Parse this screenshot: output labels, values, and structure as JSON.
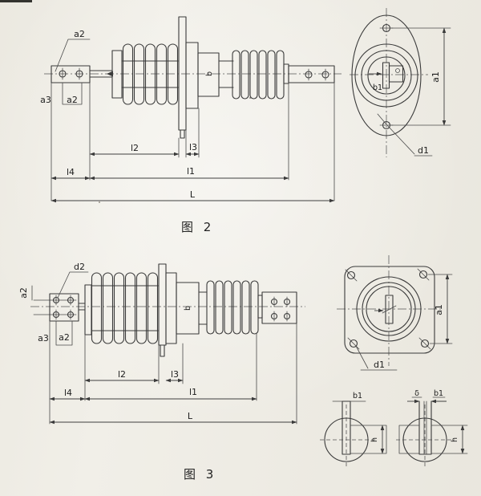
{
  "figure2": {
    "caption": "图 2",
    "labels": {
      "hole_callout": "a2",
      "a3": "a3",
      "a2": "a2",
      "b": "b",
      "l2": "l2",
      "l3": "l3",
      "l4": "l4",
      "l1": "l1",
      "L": "L",
      "b1": "b1",
      "a1": "a1",
      "d1": "d1"
    }
  },
  "figure3": {
    "caption": "图 3",
    "labels": {
      "hole_callout": "d2",
      "a2_rows": "a2",
      "a3": "a3",
      "a2": "a2",
      "b": "b",
      "l2": "l2",
      "l3": "l3",
      "l4": "l4",
      "l1": "l1",
      "L": "L",
      "a1": "a1",
      "d1": "d1"
    },
    "detail_left": {
      "b1": "b1",
      "h": "h"
    },
    "detail_right": {
      "delta": "δ",
      "b1": "b1",
      "h": "h"
    }
  }
}
